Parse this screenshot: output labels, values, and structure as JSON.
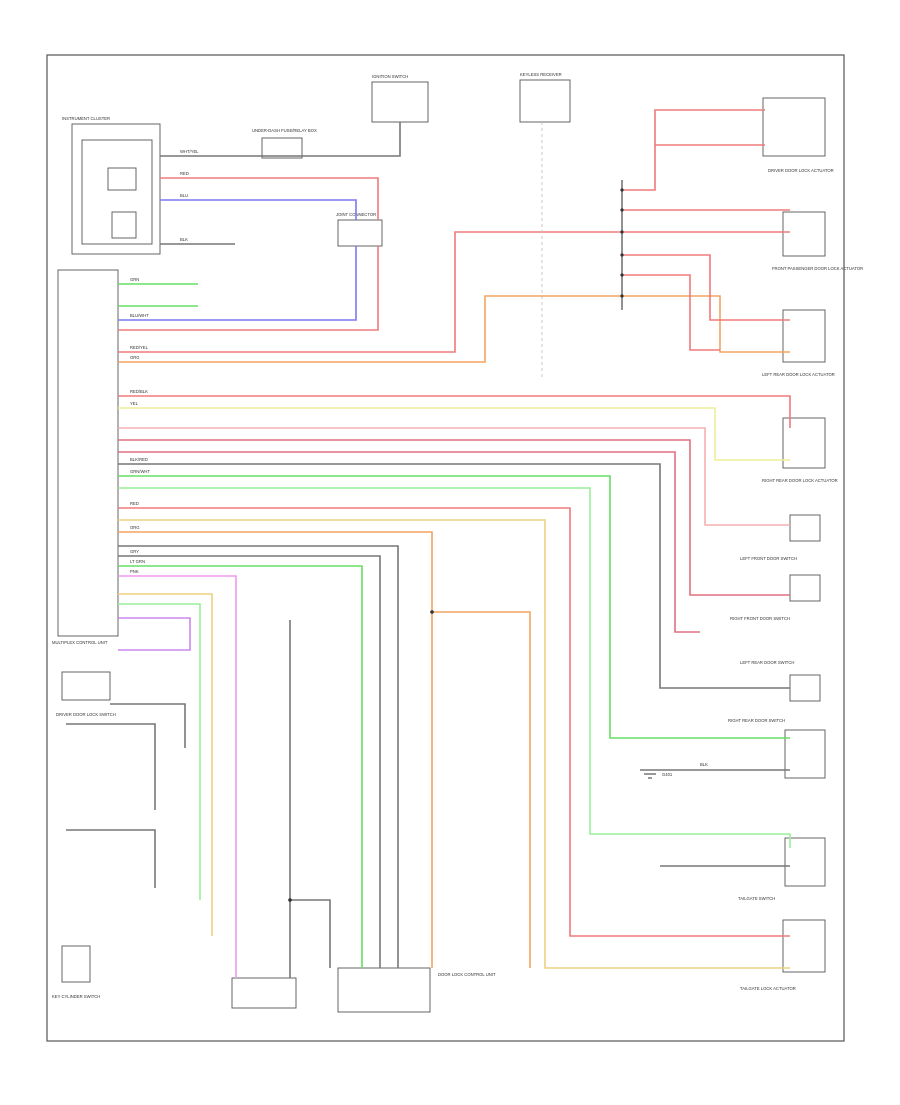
{
  "colors": {
    "red": "#f07a7a",
    "red_dark": "#e07080",
    "blue": "#7a7af0",
    "green": "#66dd66",
    "green_light": "#99ee99",
    "yellow": "#eeee99",
    "orange": "#f4a460",
    "pink": "#ee99ee",
    "violet": "#cc88ee",
    "gray": "#888888",
    "dark_gray": "#555555",
    "wheat": "#f0d080"
  },
  "components": {
    "instrument_cluster": "INSTRUMENT CLUSTER",
    "multiplex_control_unit": "MULTIPLEX CONTROL UNIT",
    "door_lock_control_unit": "DOOR LOCK CONTROL UNIT",
    "driver_door_lock_switch": "DRIVER DOOR LOCK SWITCH",
    "driver_door_lock_actuator": "DRIVER DOOR LOCK ACTUATOR",
    "front_passenger_door_lock_actuator": "FRONT PASSENGER DOOR LOCK ACTUATOR",
    "left_rear_door_lock_actuator": "LEFT REAR DOOR LOCK ACTUATOR",
    "right_rear_door_lock_actuator": "RIGHT REAR DOOR LOCK ACTUATOR",
    "tailgate_lock_actuator": "TAILGATE LOCK ACTUATOR",
    "left_front_door_switch": "LEFT FRONT DOOR SWITCH",
    "right_front_door_switch": "RIGHT FRONT DOOR SWITCH",
    "left_rear_door_switch": "LEFT REAR DOOR SWITCH",
    "right_rear_door_switch": "RIGHT REAR DOOR SWITCH",
    "tailgate_switch": "TAILGATE SWITCH",
    "ignition_switch": "IGNITION SWITCH",
    "keyless_receiver": "KEYLESS RECEIVER",
    "key_cylinder_switch": "KEY CYLINDER SWITCH",
    "fuse_box": "UNDER-DASH FUSE/RELAY BOX",
    "junction_connector": "JOINT CONNECTOR",
    "ground": "G401"
  },
  "wire_labels": {
    "w_red": "RED",
    "w_blu": "BLU",
    "w_grn": "GRN",
    "w_yel": "YEL",
    "w_org": "ORG",
    "w_pnk": "PNK",
    "w_gry": "GRY",
    "w_blk": "BLK",
    "w_wht_yel": "WHT/YEL",
    "w_red_yel": "RED/YEL",
    "w_blu_wht": "BLU/WHT",
    "w_grn_wht": "GRN/WHT",
    "w_blk_red": "BLK/RED",
    "w_red_blk": "RED/BLK",
    "w_lt_grn": "LT GRN"
  }
}
